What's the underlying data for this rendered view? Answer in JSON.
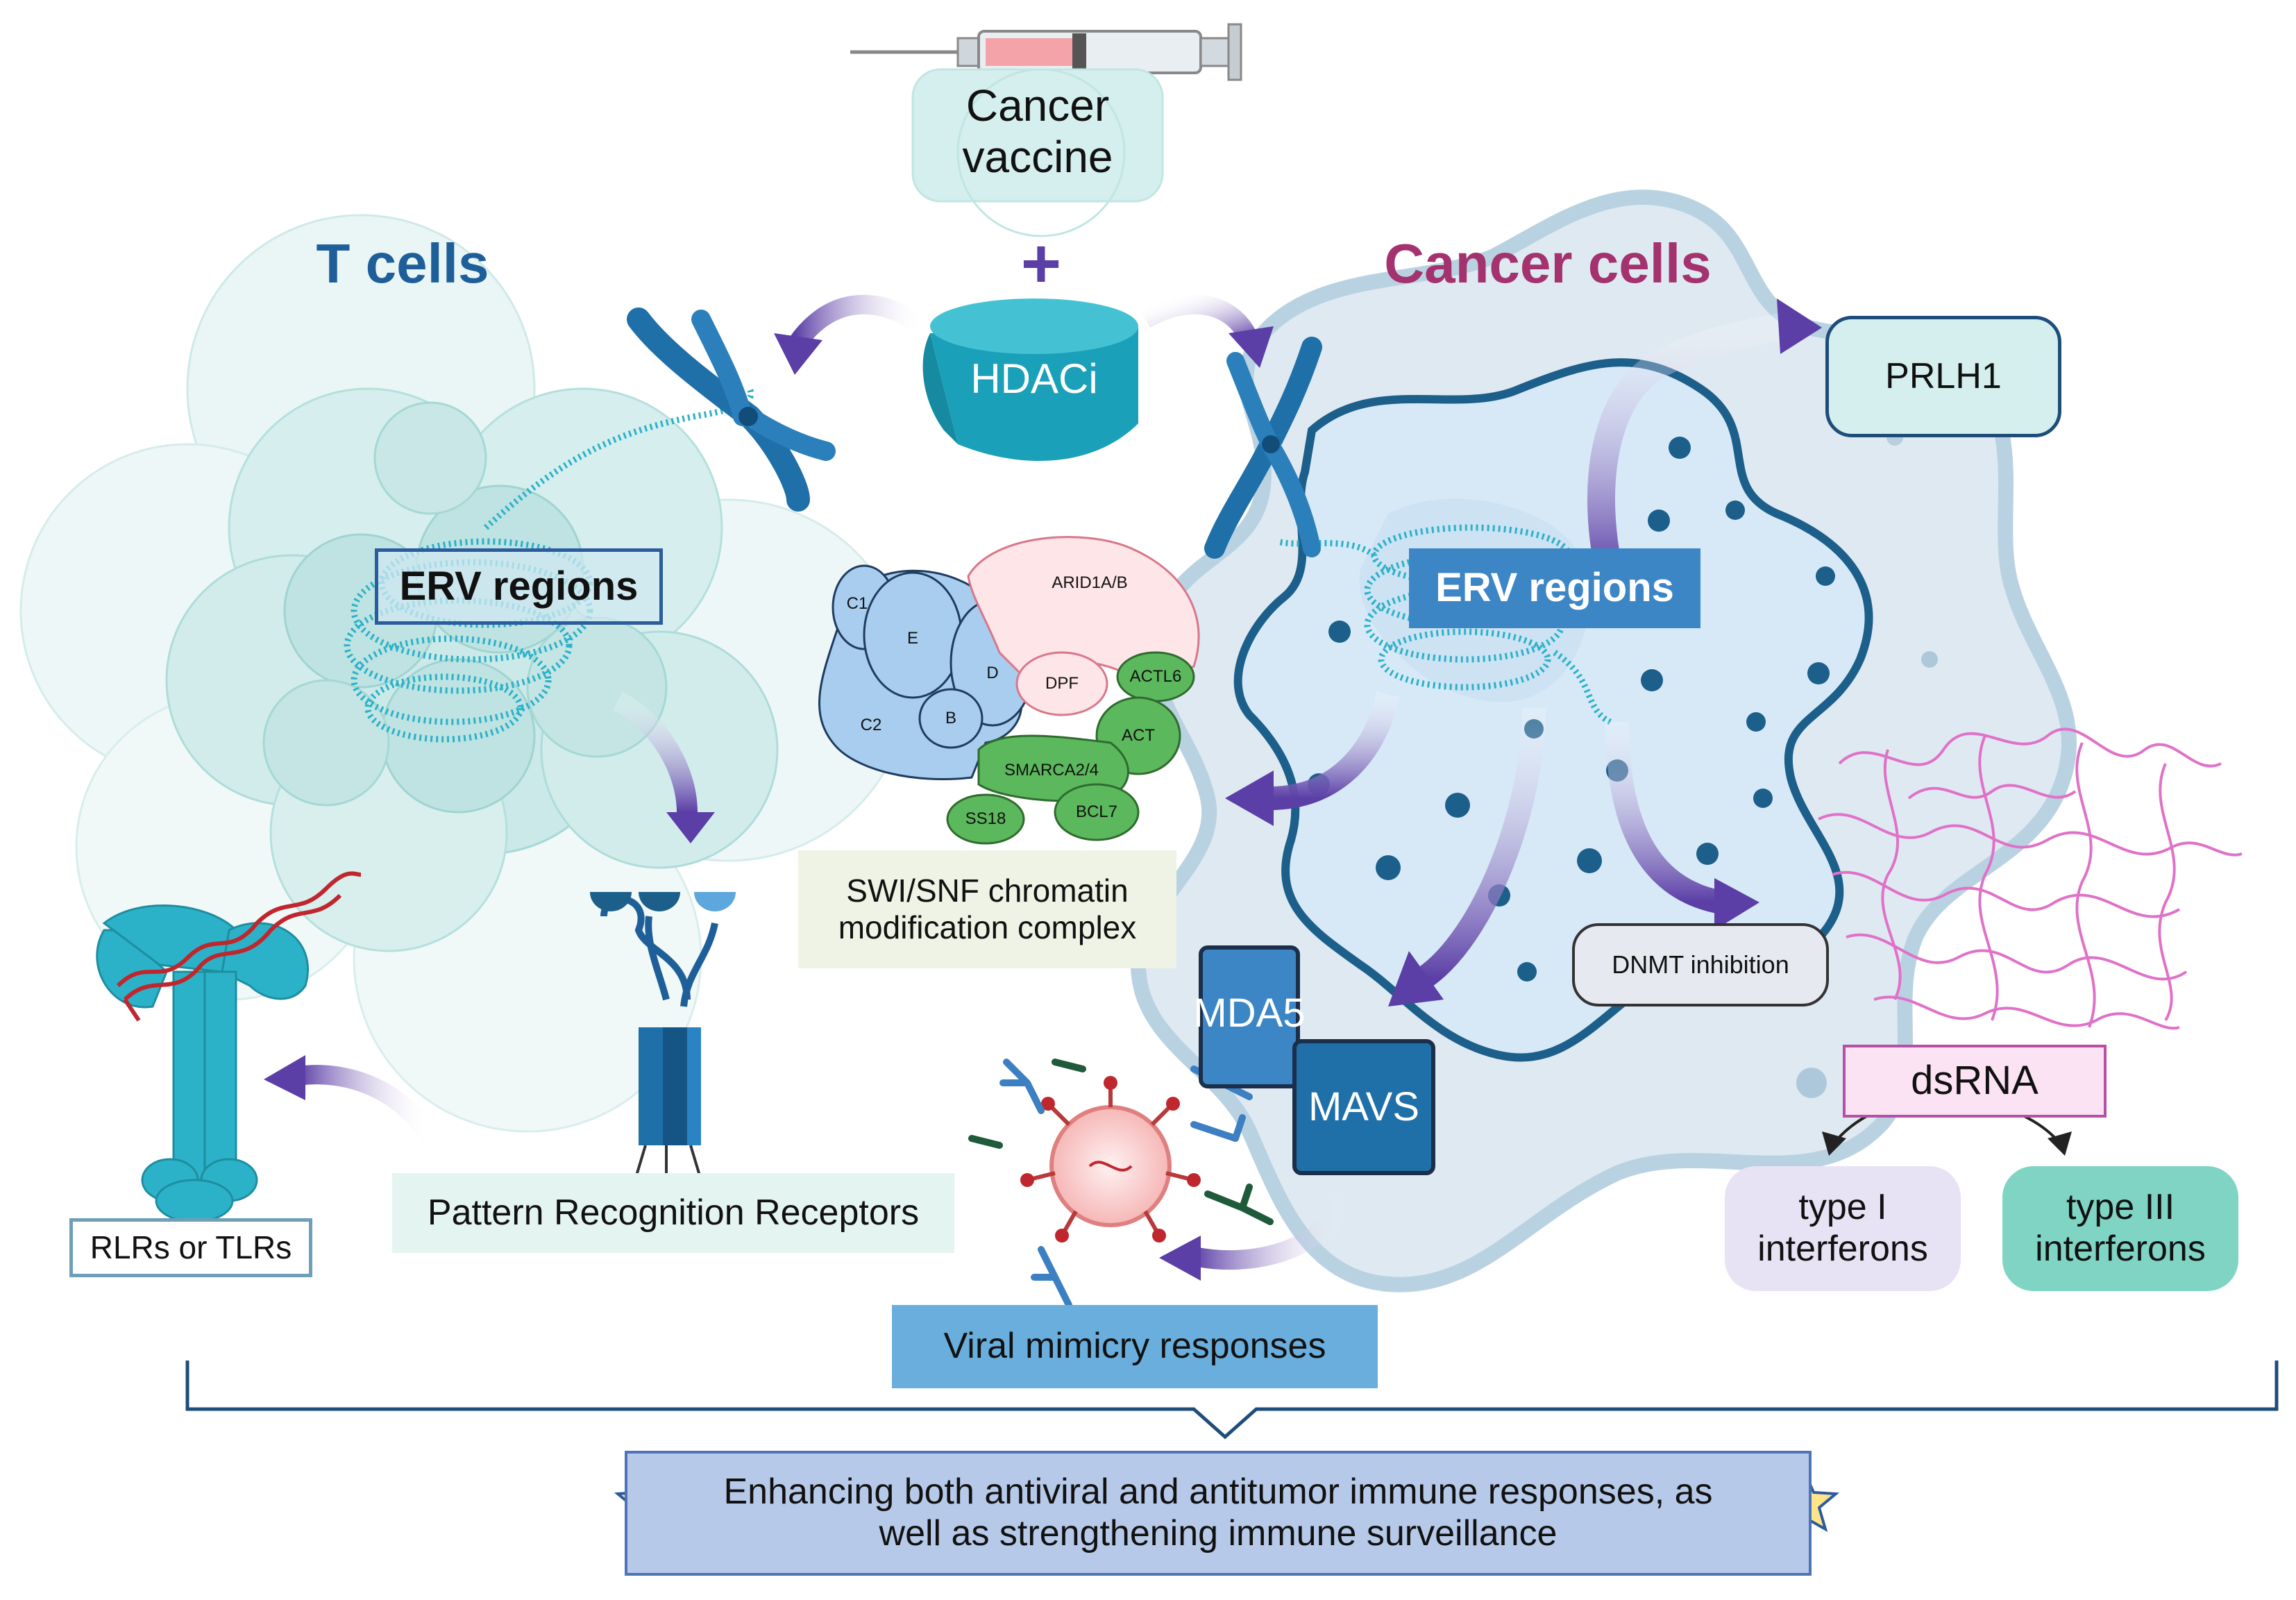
{
  "titles": {
    "t_cells": "T cells",
    "cancer_cells": "Cancer cells"
  },
  "top": {
    "vaccine": "Cancer\nvaccine",
    "plus": "+",
    "hdaci": "HDACi"
  },
  "left": {
    "erv": "ERV regions",
    "prr": "Pattern Recognition Receptors",
    "rlr": "RLRs or TLRs"
  },
  "center": {
    "swisnf_caption": "SWI/SNF chromatin\nmodification complex",
    "subunits": {
      "c1": "C1",
      "e": "E",
      "d": "D",
      "b": "B",
      "c2": "C2",
      "arid": "ARID1A/B",
      "dpf": "DPF",
      "actl6": "ACTL6",
      "act": "ACT",
      "smarca": "SMARCA2/4",
      "ss18": "SS18",
      "bcl7": "BCL7"
    },
    "mda5": "MDA5",
    "mavs": "MAVS",
    "viral": "Viral mimicry responses"
  },
  "right": {
    "erv": "ERV regions",
    "prlh1": "PRLH1",
    "dnmt": "DNMT inhibition",
    "dsrna": "dsRNA",
    "ifn1": "type I\ninterferons",
    "ifn3": "type III\ninterferons"
  },
  "bottom": {
    "conclusion": "Enhancing both antiviral and antitumor immune responses, as\nwell as strengthening immune surveillance"
  },
  "colors": {
    "t_cell_title": "#1f5f99",
    "cancer_title": "#a3326e",
    "arrow_purple": "#5b3ea6",
    "teal": "#34b7c9",
    "chromosome": "#1f6fa8",
    "cancer_membrane": "#b9d2e2",
    "nucleus": "#d7e9f7",
    "dots": "#1c5f8a",
    "dsrna": "#e071c8",
    "swisnf_blue": "#a8cdef",
    "swisnf_pink": "#fde5e8",
    "swisnf_green": "#5cb85c"
  }
}
